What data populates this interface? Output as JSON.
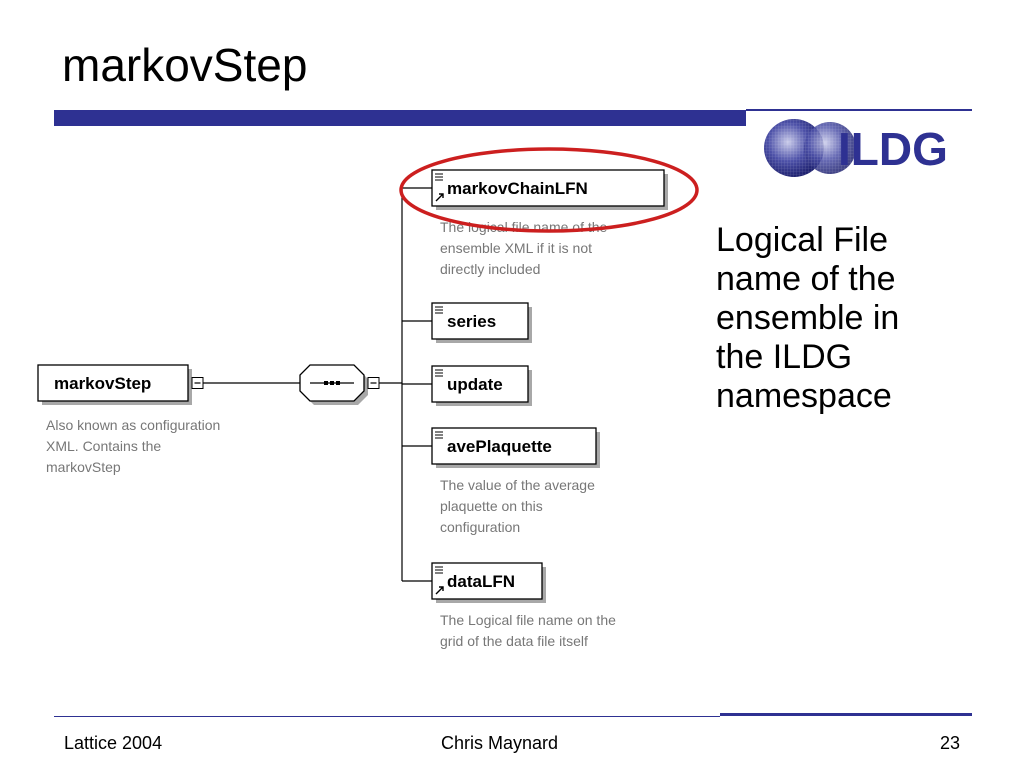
{
  "slide": {
    "title": "markovStep",
    "side_text": "Logical File name of the ensemble in the ILDG namespace",
    "footer_left": "Lattice 2004",
    "footer_center": "Chris Maynard",
    "footer_right": "23"
  },
  "logo": {
    "text": "ILDG",
    "color": "#2e3192"
  },
  "colors": {
    "accent": "#2e3192",
    "highlight": "#cc1f1f",
    "doc_text": "#777777"
  },
  "diagram": {
    "root": {
      "label": "markovStep",
      "doc": [
        "Also known as configuration",
        "XML. Contains the",
        "markovStep"
      ]
    },
    "sequence_symbol": "sequence-icon",
    "children": [
      {
        "label": "markovChainLFN",
        "doc": [
          "The logical file name of the",
          "ensemble XML if it is not",
          "directly included"
        ],
        "reference": true,
        "highlighted": true
      },
      {
        "label": "series",
        "doc": [],
        "reference": false,
        "highlighted": false
      },
      {
        "label": "update",
        "doc": [],
        "reference": false,
        "highlighted": false
      },
      {
        "label": "avePlaquette",
        "doc": [
          "The value of the average",
          "plaquette on this",
          "configuration"
        ],
        "reference": false,
        "highlighted": false
      },
      {
        "label": "dataLFN",
        "doc": [
          "The Logical file name on the",
          "grid of the data file itself"
        ],
        "reference": true,
        "highlighted": false
      }
    ]
  }
}
